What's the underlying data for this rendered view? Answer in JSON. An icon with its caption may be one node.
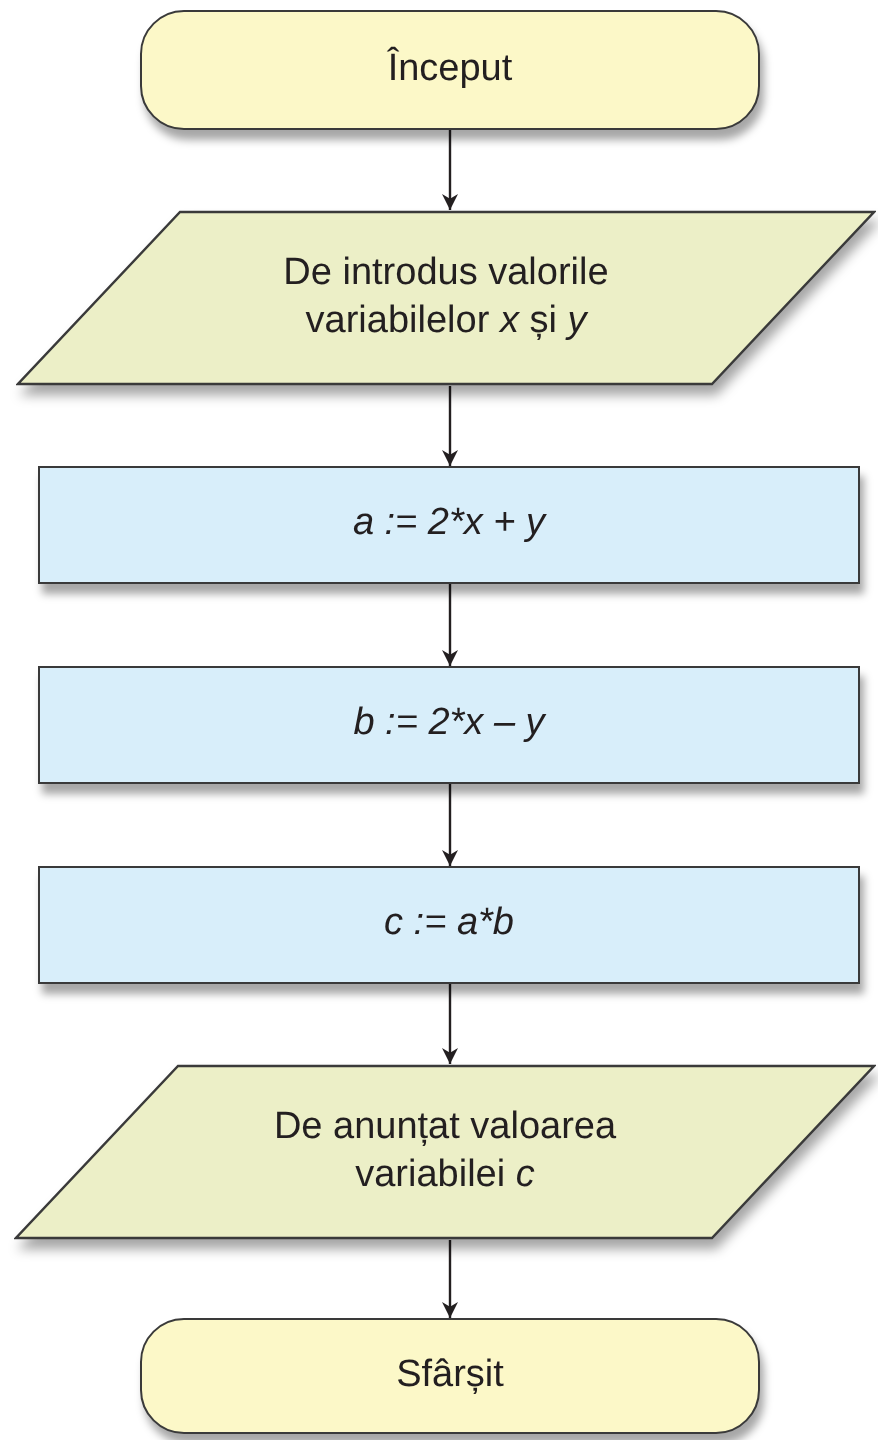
{
  "diagram": {
    "nodes": [
      {
        "text": [
          "Început"
        ]
      },
      {
        "text": [
          "De introdus valorile variabilelor *x* și *y*"
        ]
      },
      {
        "text": [
          "a := 2*x + y"
        ]
      },
      {
        "text": [
          "b := 2*x – y"
        ]
      },
      {
        "text": [
          "c := a*b"
        ]
      },
      {
        "text": [
          "De anunțat valoarea variabilei *c*"
        ]
      },
      {
        "text": [
          "Sfârșit"
        ]
      }
    ],
    "edges": [
      {
        "from": 0,
        "to": 1,
        "arrow": "to"
      },
      {
        "from": 1,
        "to": 2,
        "arrow": "to"
      },
      {
        "from": 2,
        "to": 3,
        "arrow": "to"
      },
      {
        "from": 3,
        "to": 4,
        "arrow": "to"
      },
      {
        "from": 4,
        "to": 5,
        "arrow": "to"
      },
      {
        "from": 5,
        "to": 6,
        "arrow": "to"
      }
    ]
  }
}
